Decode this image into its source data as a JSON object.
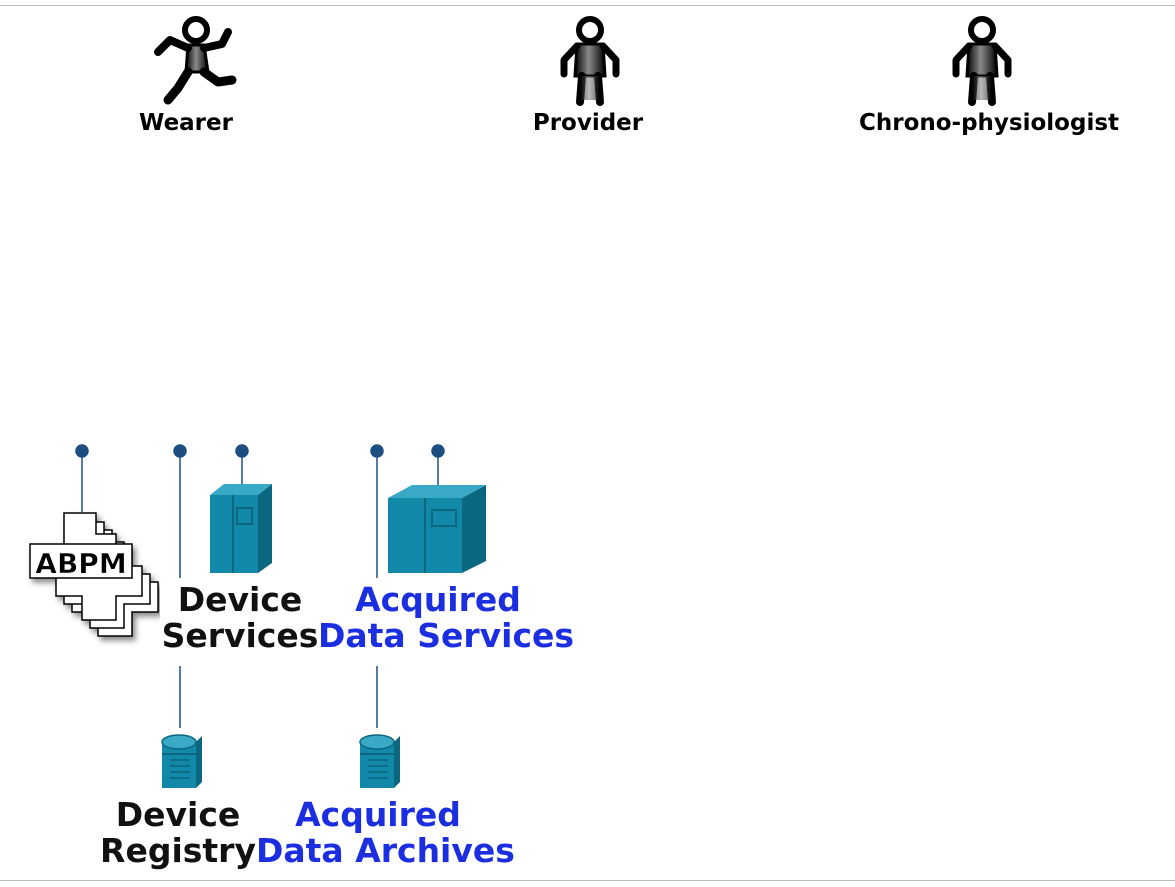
{
  "actors": {
    "wearer": "Wearer",
    "provider": "Provider",
    "chrono_physiologist": "Chrono-physiologist"
  },
  "devices": {
    "abpm": "ABPM"
  },
  "components": {
    "device_services": {
      "line1": "Device",
      "line2": "Services"
    },
    "acquired_data_services": {
      "line1": "Acquired",
      "line2": "Data Services"
    },
    "device_registry": {
      "line1": "Device",
      "line2": "Registry"
    },
    "acquired_data_archives": {
      "line1": "Acquired",
      "line2": "Data Archives"
    }
  },
  "colors": {
    "server_teal": "#1289a8",
    "server_dark": "#0b6680",
    "connector_navy": "#1d4e82",
    "label_blue": "#1c2fe0",
    "actor_black": "#000000"
  }
}
